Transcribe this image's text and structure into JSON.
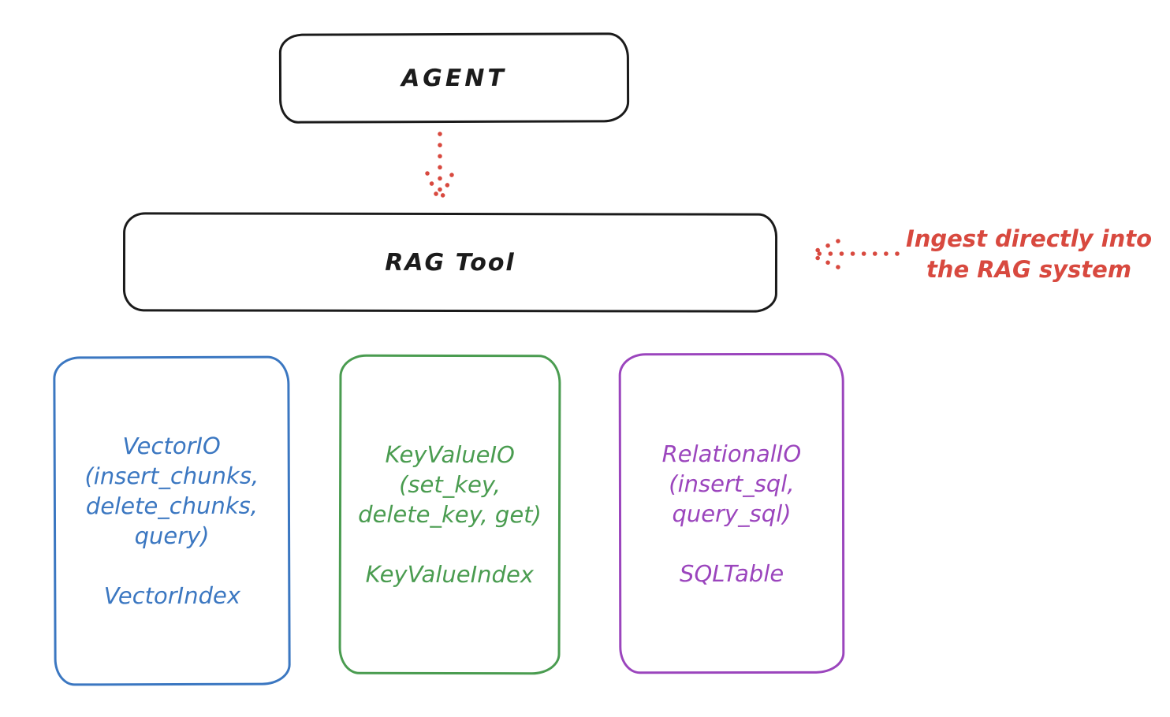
{
  "diagram": {
    "agent_box": {
      "label": "AGENT",
      "stroke_color": "#1b1b1b"
    },
    "rag_tool_box": {
      "label": "RAG Tool",
      "stroke_color": "#1b1b1b"
    },
    "agent_to_rag_arrow": {
      "name": "dotted-down-arrow",
      "style": "dotted",
      "color": "#d8493f"
    },
    "annotation": {
      "line1": "Ingest directly into",
      "line2": "the RAG system",
      "color": "#d8493f",
      "arrow": {
        "name": "dotted-left-arrow",
        "style": "dotted",
        "color": "#d8493f"
      }
    },
    "backends": [
      {
        "id": "vector-io",
        "color": "#3b77c1",
        "lines": [
          "VectorIO",
          "(insert_chunks,",
          "delete_chunks,",
          "query)"
        ],
        "index_label": "VectorIndex"
      },
      {
        "id": "keyvalue-io",
        "color": "#4a9c50",
        "lines": [
          "KeyValueIO",
          "(set_key,",
          "delete_key, get)"
        ],
        "index_label": "KeyValueIndex"
      },
      {
        "id": "relational-io",
        "color": "#9b45bd",
        "lines": [
          "RelationalIO",
          "(insert_sql,",
          "query_sql)"
        ],
        "index_label": "SQLTable"
      }
    ]
  }
}
